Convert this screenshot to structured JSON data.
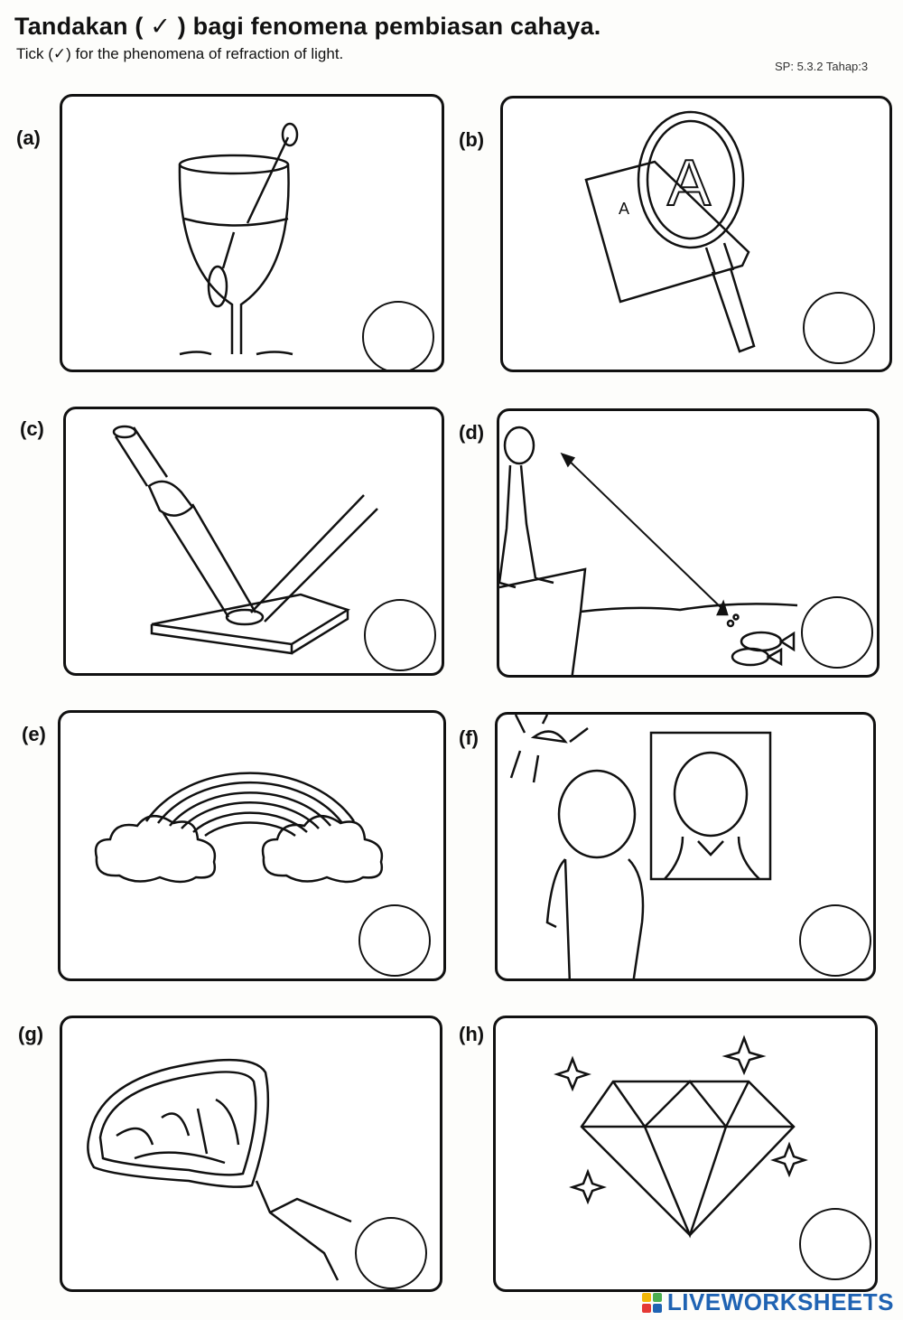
{
  "header": {
    "title": "Tandakan ( ✓ ) bagi fenomena pembiasan cahaya.",
    "subtitle": "Tick (✓) for the phenomena of refraction of light.",
    "standard": "SP: 5.3.2  Tahap:3"
  },
  "items": [
    {
      "label": "(a)",
      "icon": "spoon-in-water-glass",
      "ticked": false
    },
    {
      "label": "(b)",
      "icon": "magnifying-glass",
      "ticked": false
    },
    {
      "label": "(c)",
      "icon": "torch-light-on-glass-block",
      "ticked": false
    },
    {
      "label": "(d)",
      "icon": "boy-looking-at-fish",
      "ticked": false
    },
    {
      "label": "(e)",
      "icon": "rainbow",
      "ticked": false
    },
    {
      "label": "(f)",
      "icon": "boy-at-mirror",
      "ticked": false
    },
    {
      "label": "(g)",
      "icon": "car-side-mirror",
      "ticked": false
    },
    {
      "label": "(h)",
      "icon": "sparkling-diamond",
      "ticked": false
    }
  ],
  "footer": {
    "brand": "LIVEWORKSHEETS",
    "brand_color": "#1f63b3",
    "logo_colors": [
      "#f2b705",
      "#4caf50",
      "#e53935",
      "#1f63b3"
    ]
  }
}
